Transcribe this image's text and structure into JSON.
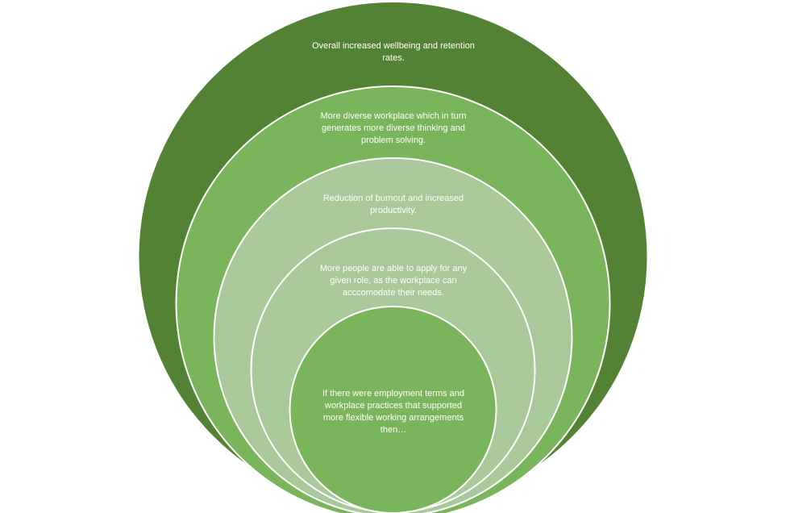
{
  "diagram": {
    "type": "nested-circles",
    "levels": [
      {
        "text": "Overall increased wellbeing and retention rates.",
        "fill": "#548235"
      },
      {
        "text": "More diverse workplace which in turn generates more diverse thinking and problem solving.",
        "fill": "#7AB55C"
      },
      {
        "text": "Reduction of burnout and increased productivity.",
        "fill": "#A9C99B"
      },
      {
        "text": "More people are able to apply for any given role, as the workplace can acccomodate their needs.",
        "fill": "#A9C99B"
      },
      {
        "text": "If there were employment terms and workplace practices that supported more flexible working arrangements then…",
        "fill": "#7AB55C"
      }
    ],
    "colors": {
      "outline": "#FFFFFF",
      "text": "#FFFFFF"
    }
  }
}
